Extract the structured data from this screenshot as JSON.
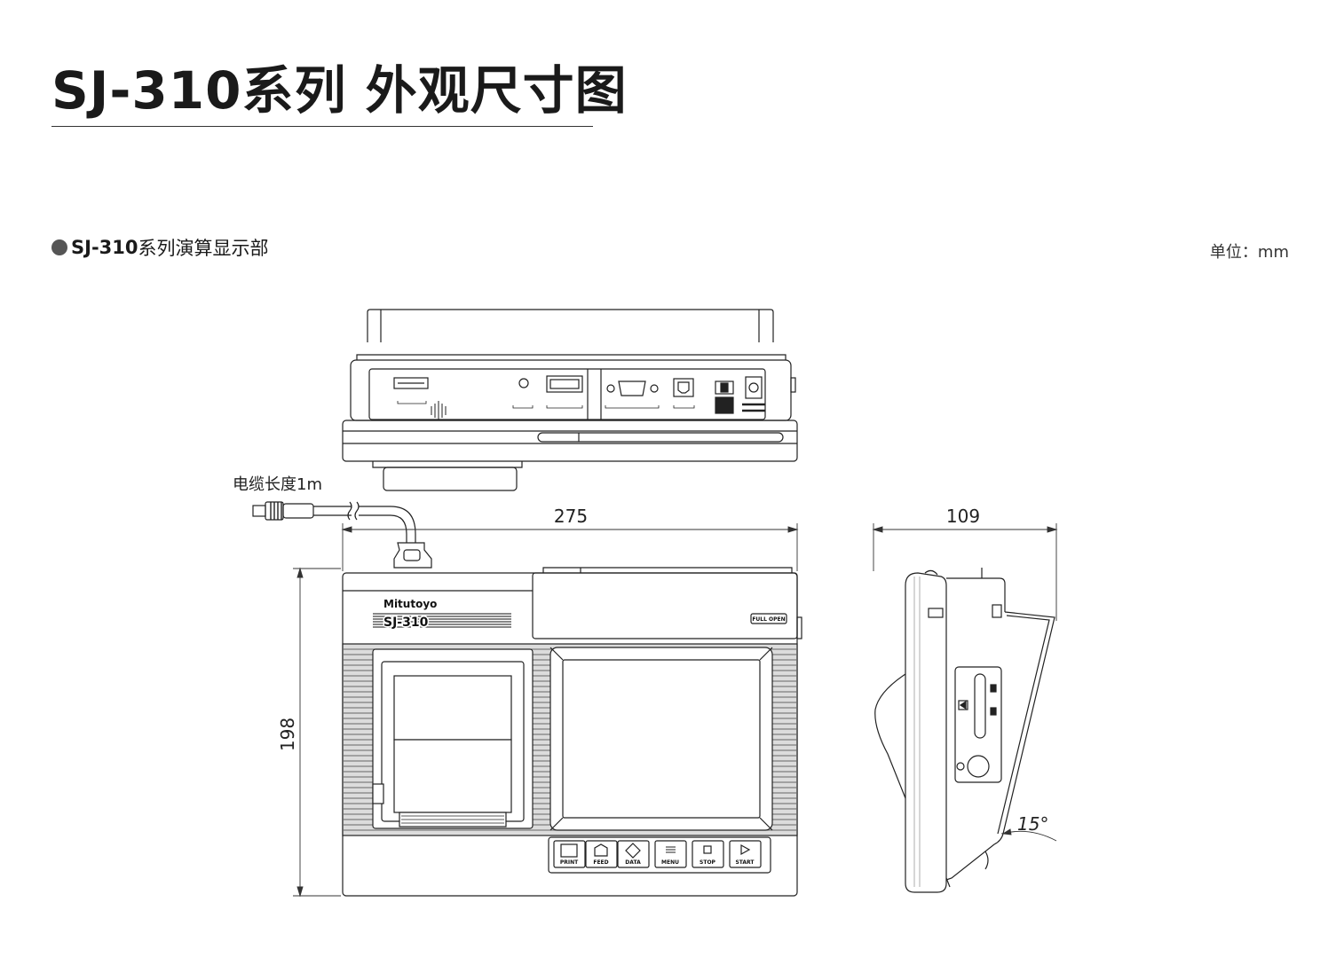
{
  "title": "SJ-310系列 外观尺寸图",
  "section": {
    "prefix": "SJ-310",
    "text": "系列演算显示部"
  },
  "unit": "单位：mm",
  "annotations": {
    "cable": "电缆长度1m",
    "width": "275",
    "depth": "109",
    "height": "198",
    "angle": "15°"
  },
  "device": {
    "logo": "Mitutoyo",
    "model": "SJ-310",
    "full_open": "FULL OPEN",
    "keys": [
      "PRINT",
      "FEED",
      "DATA",
      "MENU",
      "STOP",
      "START"
    ]
  }
}
